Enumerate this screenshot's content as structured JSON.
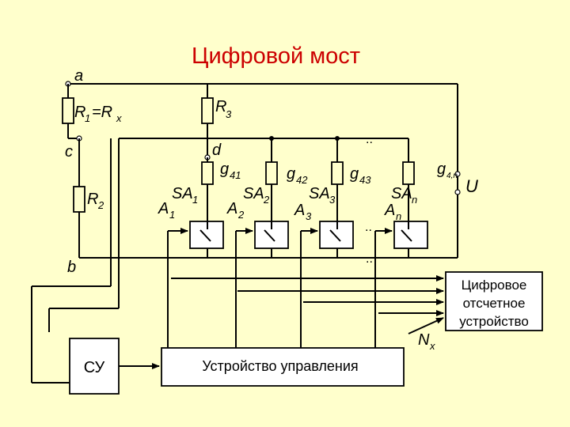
{
  "title": "Цифровой мост",
  "nodes": {
    "a": "a",
    "b": "b",
    "c": "c",
    "d": "d",
    "u": "U"
  },
  "resistors": {
    "r1": "R",
    "r1_sub": "1",
    "r1_eq": "=R",
    "r1_eq_sub": "x",
    "r2": "R",
    "r2_sub": "2",
    "r3": "R",
    "r3_sub": "3"
  },
  "conductances": [
    {
      "label": "g",
      "sub": "41"
    },
    {
      "label": "g",
      "sub": "42"
    },
    {
      "label": "g",
      "sub": "43"
    },
    {
      "label": "g",
      "sub": "4,n"
    }
  ],
  "switches": [
    {
      "sa": "SA",
      "sa_sub": "1",
      "a": "A",
      "a_sub": "1"
    },
    {
      "sa": "SA",
      "sa_sub": "2",
      "a": "A",
      "a_sub": "2"
    },
    {
      "sa": "SA",
      "sa_sub": "3",
      "a": "A",
      "a_sub": "3"
    },
    {
      "sa": "SA",
      "sa_sub": "n",
      "a": "A",
      "a_sub": "n"
    }
  ],
  "nx": {
    "label": "N",
    "sub": "x"
  },
  "ellipsis": "..",
  "blocks": {
    "su": "СУ",
    "control": "Устройство управления",
    "readout_lines": [
      "Цифровое",
      "отсчетное",
      "устройство"
    ]
  }
}
